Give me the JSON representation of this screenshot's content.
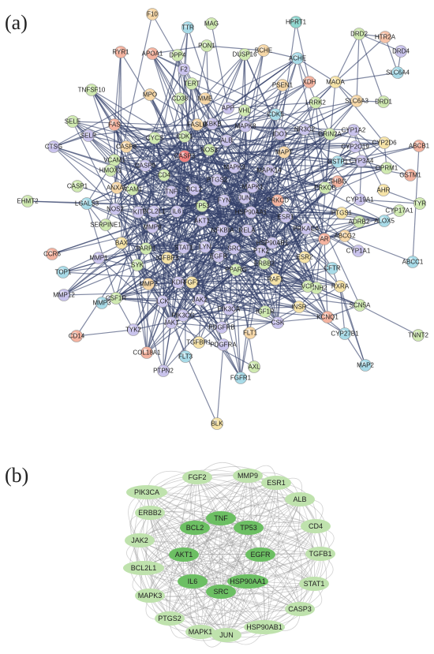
{
  "panel_a": {
    "label": "(a)",
    "nodes": [
      {
        "id": "F10",
        "color": "#f6d7a7"
      },
      {
        "id": "TTR",
        "color": "#a8dbe8"
      },
      {
        "id": "MAG",
        "color": "#cfe9b0"
      },
      {
        "id": "HPRT1",
        "color": "#8fd6cf"
      },
      {
        "id": "DRD2",
        "color": "#cfe9b0"
      },
      {
        "id": "HTR2A",
        "color": "#f6c2a8"
      },
      {
        "id": "RYR1",
        "color": "#f4b3a0"
      },
      {
        "id": "APOA1",
        "color": "#f4b3a0"
      },
      {
        "id": "PON1",
        "color": "#cfe9b0"
      },
      {
        "id": "BCHE",
        "color": "#f6d7a7"
      },
      {
        "id": "ACHE",
        "color": "#a8dbe8"
      },
      {
        "id": "DRD4",
        "color": "#c9c3ec"
      },
      {
        "id": "DPP4",
        "color": "#cfe9b0"
      },
      {
        "id": "DUSP16",
        "color": "#cfe9b0"
      },
      {
        "id": "SLC6A4",
        "color": "#a8dbe8"
      },
      {
        "id": "F2",
        "color": "#c9c3ec"
      },
      {
        "id": "TNFSF10",
        "color": "#cfe9b0"
      },
      {
        "id": "TERT",
        "color": "#cfe9b0"
      },
      {
        "id": "PSEN1",
        "color": "#f6d7a7"
      },
      {
        "id": "XDH",
        "color": "#f4b3a0"
      },
      {
        "id": "MAOA",
        "color": "#f6e3a7"
      },
      {
        "id": "MPO",
        "color": "#f6d7a7"
      },
      {
        "id": "CD38",
        "color": "#cfe9b0"
      },
      {
        "id": "MME",
        "color": "#f6d7a7"
      },
      {
        "id": "SLC6A3",
        "color": "#f6d7a7"
      },
      {
        "id": "DRD1",
        "color": "#cfe9b0"
      },
      {
        "id": "LRRK2",
        "color": "#cfe9b0"
      },
      {
        "id": "APP",
        "color": "#c9c3ec"
      },
      {
        "id": "VHL",
        "color": "#cfe9b0"
      },
      {
        "id": "SELE",
        "color": "#cfe9b0"
      },
      {
        "id": "FAS",
        "color": "#f4b3a0"
      },
      {
        "id": "CDK5",
        "color": "#a8dbe8"
      },
      {
        "id": "CYP1A2",
        "color": "#c9c3ec"
      },
      {
        "id": "NR3C2",
        "color": "#c9c3ec"
      },
      {
        "id": "IKBKB",
        "color": "#c9c3ec"
      },
      {
        "id": "FASLG",
        "color": "#f6d7a7"
      },
      {
        "id": "CDK1",
        "color": "#cfe9b0"
      },
      {
        "id": "ALB",
        "color": "#c9c3ec"
      },
      {
        "id": "MAPK8",
        "color": "#c9c3ec"
      },
      {
        "id": "IDO1",
        "color": "#c9c3ec"
      },
      {
        "id": "GRIN2A",
        "color": "#cfe9b0"
      },
      {
        "id": "CYP2C19",
        "color": "#c9c3ec"
      },
      {
        "id": "CYP2D6",
        "color": "#f6e3a7"
      },
      {
        "id": "ABCB1",
        "color": "#f4b3a0"
      },
      {
        "id": "CTSG",
        "color": "#c9c3ec"
      },
      {
        "id": "SELP",
        "color": "#c9c3ec"
      },
      {
        "id": "CASP8",
        "color": "#f6d7a7"
      },
      {
        "id": "CYCS",
        "color": "#cfe9b0"
      },
      {
        "id": "NOS3",
        "color": "#cfe9b0"
      },
      {
        "id": "CASP3",
        "color": "#f08080"
      },
      {
        "id": "MAPT",
        "color": "#f6d7a7"
      },
      {
        "id": "GSTP1",
        "color": "#a8dbe8"
      },
      {
        "id": "CYP3A4",
        "color": "#c9c3ec"
      },
      {
        "id": "OPRM1",
        "color": "#cfe9b0"
      },
      {
        "id": "GSTM1",
        "color": "#f4b3a0"
      },
      {
        "id": "VCAM1",
        "color": "#cfe9b0"
      },
      {
        "id": "CASP9",
        "color": "#c9c3ec"
      },
      {
        "id": "MAPK3",
        "color": "#c9c3ec"
      },
      {
        "id": "MAPK14",
        "color": "#c9c3ec"
      },
      {
        "id": "HMOX1",
        "color": "#cfe9b0"
      },
      {
        "id": "CD4",
        "color": "#cfe9b0"
      },
      {
        "id": "PTGS2",
        "color": "#c9c3ec"
      },
      {
        "id": "SHBG",
        "color": "#f4b3a0"
      },
      {
        "id": "AHR",
        "color": "#f6e3a7"
      },
      {
        "id": "CASP1",
        "color": "#cfe9b0"
      },
      {
        "id": "ANXA5",
        "color": "#f6d7a7"
      },
      {
        "id": "ICAM1",
        "color": "#cfe9b0"
      },
      {
        "id": "BCL2",
        "color": "#c9c3ec"
      },
      {
        "id": "MAPK1",
        "color": "#c9c3ec"
      },
      {
        "id": "PRKCB",
        "color": "#cfe9b0"
      },
      {
        "id": "CYP19A1",
        "color": "#c9c3ec"
      },
      {
        "id": "CYP17A1",
        "color": "#cfe9b0"
      },
      {
        "id": "EHMT2",
        "color": "#cfe9b0"
      },
      {
        "id": "TNF",
        "color": "#c9c3ec"
      },
      {
        "id": "FYN",
        "color": "#c9c3ec"
      },
      {
        "id": "PRKCD",
        "color": "#f4b3a0"
      },
      {
        "id": "TYR",
        "color": "#cfe9b0"
      },
      {
        "id": "LGALS3",
        "color": "#a8dbe8"
      },
      {
        "id": "NOS2",
        "color": "#c9c3ec"
      },
      {
        "id": "KIT",
        "color": "#c9c3ec"
      },
      {
        "id": "BCL2L1",
        "color": "#c9c3ec"
      },
      {
        "id": "IL6",
        "color": "#c9c3ec"
      },
      {
        "id": "TP53",
        "color": "#cfe9b0"
      },
      {
        "id": "JUN",
        "color": "#c9c3ec"
      },
      {
        "id": "ESR1",
        "color": "#c9c3ec"
      },
      {
        "id": "PTGS1",
        "color": "#f6e3a7"
      },
      {
        "id": "ALOX5",
        "color": "#a8dbe8"
      },
      {
        "id": "SERPINE1",
        "color": "#cfe9b0"
      },
      {
        "id": "AKT1",
        "color": "#c9c3ec"
      },
      {
        "id": "HSP90AA1",
        "color": "#c9c3ec"
      },
      {
        "id": "ADRB2",
        "color": "#cfe9b0"
      },
      {
        "id": "MMP9",
        "color": "#c9c3ec"
      },
      {
        "id": "NFKBIA",
        "color": "#c9c3ec"
      },
      {
        "id": "RELA",
        "color": "#c9c3ec"
      },
      {
        "id": "PRKACA",
        "color": "#c9c3ec"
      },
      {
        "id": "AR",
        "color": "#f4b3a0"
      },
      {
        "id": "ABCG2",
        "color": "#f6d7a7"
      },
      {
        "id": "CCR6",
        "color": "#f4b3a0"
      },
      {
        "id": "BAX",
        "color": "#f6e3a7"
      },
      {
        "id": "PARP1",
        "color": "#cfe9b0"
      },
      {
        "id": "HSP90AB1",
        "color": "#c9c3ec"
      },
      {
        "id": "CYP1A1",
        "color": "#c9c3ec"
      },
      {
        "id": "MMP1",
        "color": "#c9c3ec"
      },
      {
        "id": "LYN",
        "color": "#c9c3ec"
      },
      {
        "id": "STAT1",
        "color": "#c9c3ec"
      },
      {
        "id": "SRC",
        "color": "#c9c3ec"
      },
      {
        "id": "ERBB2",
        "color": "#cfe9b0"
      },
      {
        "id": "ESR2",
        "color": "#f6e3a7"
      },
      {
        "id": "ABCC1",
        "color": "#a8dbe8"
      },
      {
        "id": "TOP1",
        "color": "#a8dbe8"
      },
      {
        "id": "IGFBP3",
        "color": "#f6e3a7"
      },
      {
        "id": "EGFR",
        "color": "#c9c3ec"
      },
      {
        "id": "PTK2",
        "color": "#c9c3ec"
      },
      {
        "id": "CFTR",
        "color": "#a8dbe8"
      },
      {
        "id": "SYK",
        "color": "#cfe9b0"
      },
      {
        "id": "PPARG",
        "color": "#cfe9b0"
      },
      {
        "id": "MMP12",
        "color": "#c9c3ec"
      },
      {
        "id": "MMP2",
        "color": "#f6d7a7"
      },
      {
        "id": "KDR",
        "color": "#c9c3ec"
      },
      {
        "id": "FGF2",
        "color": "#f6e3a7"
      },
      {
        "id": "RAF1",
        "color": "#f6e3a7"
      },
      {
        "id": "KCNH2",
        "color": "#cfe9b0"
      },
      {
        "id": "RXRA",
        "color": "#f6e3a7"
      },
      {
        "id": "MMP3",
        "color": "#a8dbe8"
      },
      {
        "id": "CSF1R",
        "color": "#cfe9b0"
      },
      {
        "id": "VCP",
        "color": "#cfe9b0"
      },
      {
        "id": "SCN5A",
        "color": "#cfe9b0"
      },
      {
        "id": "JAK2",
        "color": "#c9c3ec"
      },
      {
        "id": "PIK3CA",
        "color": "#c9c3ec"
      },
      {
        "id": "LCK",
        "color": "#c9c3ec"
      },
      {
        "id": "INSR",
        "color": "#f6e3a7"
      },
      {
        "id": "PIK3CG",
        "color": "#c9c3ec"
      },
      {
        "id": "IGF1R",
        "color": "#cfe9b0"
      },
      {
        "id": "KCNQ1",
        "color": "#f4b3a0"
      },
      {
        "id": "TYK2",
        "color": "#c9c3ec"
      },
      {
        "id": "JAK1",
        "color": "#c9c3ec"
      },
      {
        "id": "CSK",
        "color": "#c9c3ec"
      },
      {
        "id": "CD14",
        "color": "#f4b3a0"
      },
      {
        "id": "PDGFRB",
        "color": "#c9c3ec"
      },
      {
        "id": "FLT1",
        "color": "#f6d7a7"
      },
      {
        "id": "CYP27B1",
        "color": "#a8dbe8"
      },
      {
        "id": "TNNT2",
        "color": "#cfe9b0"
      },
      {
        "id": "TGFBR1",
        "color": "#f6e3a7"
      },
      {
        "id": "COL18A1",
        "color": "#f4b3a0"
      },
      {
        "id": "PTPN2",
        "color": "#c9c3ec"
      },
      {
        "id": "FLT3",
        "color": "#a8dbe8"
      },
      {
        "id": "PDGFRA",
        "color": "#c9c3ec"
      },
      {
        "id": "AXL",
        "color": "#cfe9b0"
      },
      {
        "id": "MAP2",
        "color": "#a8dbe8"
      },
      {
        "id": "FGFR1",
        "color": "#a8dbe8"
      },
      {
        "id": "BLK",
        "color": "#f6e3a7"
      }
    ]
  },
  "panel_b": {
    "label": "(b)",
    "nodes": [
      {
        "id": "FGF2",
        "shade": "light"
      },
      {
        "id": "MMP9",
        "shade": "light"
      },
      {
        "id": "ESR1",
        "shade": "light"
      },
      {
        "id": "PIK3CA",
        "shade": "light"
      },
      {
        "id": "ALB",
        "shade": "light"
      },
      {
        "id": "ERBB2",
        "shade": "light"
      },
      {
        "id": "TNF",
        "shade": "dark"
      },
      {
        "id": "CD4",
        "shade": "light"
      },
      {
        "id": "BCL2",
        "shade": "dark"
      },
      {
        "id": "TP53",
        "shade": "dark"
      },
      {
        "id": "JAK2",
        "shade": "light"
      },
      {
        "id": "TGFB1",
        "shade": "light"
      },
      {
        "id": "AKT1",
        "shade": "dark"
      },
      {
        "id": "EGFR",
        "shade": "dark"
      },
      {
        "id": "BCL2L1",
        "shade": "light"
      },
      {
        "id": "IL6",
        "shade": "dark"
      },
      {
        "id": "HSP90AA1",
        "shade": "dark"
      },
      {
        "id": "STAT1",
        "shade": "light"
      },
      {
        "id": "SRC",
        "shade": "dark"
      },
      {
        "id": "MAPK3",
        "shade": "light"
      },
      {
        "id": "CASP3",
        "shade": "light"
      },
      {
        "id": "PTGS2",
        "shade": "light"
      },
      {
        "id": "HSP90AB1",
        "shade": "light"
      },
      {
        "id": "MAPK1",
        "shade": "light"
      },
      {
        "id": "JUN",
        "shade": "light"
      }
    ],
    "colors": {
      "light": "#bfe2ad",
      "dark": "#6cbf63",
      "edge": "#9a9a9a"
    }
  },
  "edge_color_a": "#33406a"
}
